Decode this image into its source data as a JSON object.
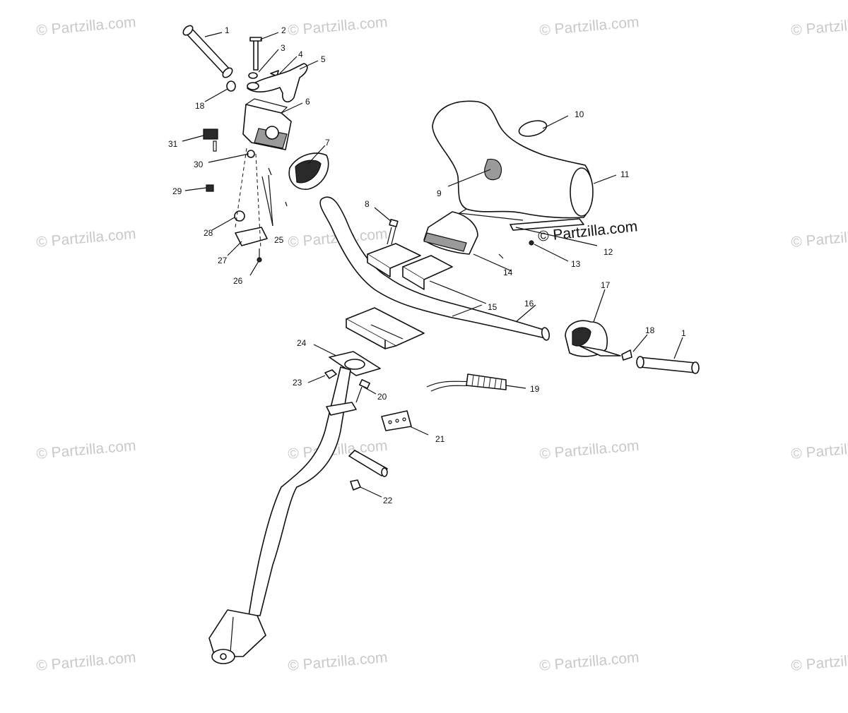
{
  "watermark": {
    "text": "© Partzilla.com",
    "color": "#c9c9c9",
    "inline_text": "© Partzilla.com",
    "inline_color": "#111111"
  },
  "callouts": {
    "c1a": "1",
    "c2": "2",
    "c3": "3",
    "c4": "4",
    "c5": "5",
    "c6": "6",
    "c7": "7",
    "c8": "8",
    "c9": "9",
    "c10": "10",
    "c11": "11",
    "c12": "12",
    "c13": "13",
    "c14": "14",
    "c15": "15",
    "c16": "16",
    "c17": "17",
    "c18a": "18",
    "c18b": "18",
    "c1b": "1",
    "c19": "19",
    "c20": "20",
    "c21": "21",
    "c22": "22",
    "c23": "23",
    "c24": "24",
    "c25": "25",
    "c26": "26",
    "c27": "27",
    "c28": "28",
    "c29": "29",
    "c30": "30",
    "c31": "31"
  }
}
